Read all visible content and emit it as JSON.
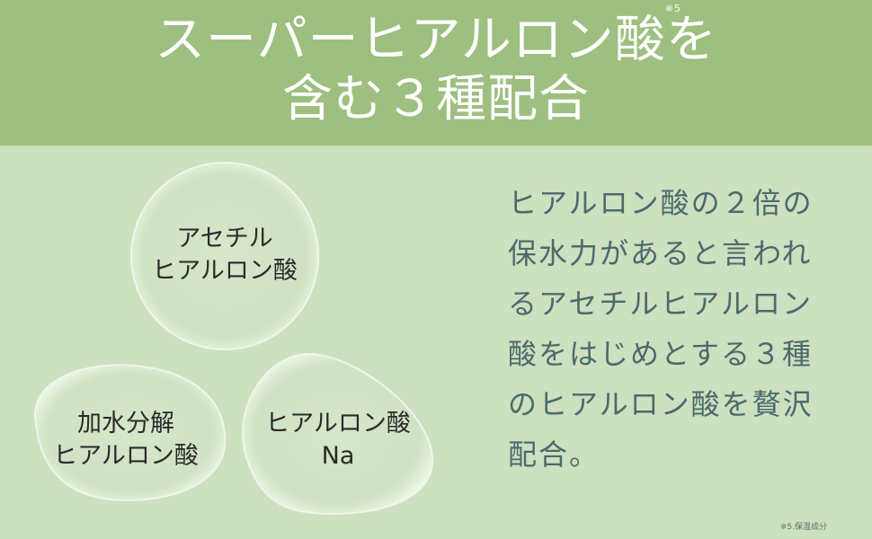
{
  "title": {
    "line1": "スーパーヒアルロン酸を",
    "line2": "含む３種配合",
    "footnote_mark": "※5"
  },
  "bubbles": [
    {
      "label_line1": "アセチル",
      "label_line2": "ヒアルロン酸"
    },
    {
      "label_line1": "加水分解",
      "label_line2": "ヒアルロン酸"
    },
    {
      "label_line1": "ヒアルロン酸",
      "label_line2": "Na"
    }
  ],
  "description": {
    "lines": [
      "ヒアルロン酸の２倍の",
      "保水力があると言われ",
      "るアセチルヒアルロン",
      "酸をはじめとする３種",
      "のヒアルロン酸を贅沢",
      "配合。"
    ]
  },
  "footnote": "※5.保湿成分",
  "colors": {
    "banner": "#9dbf7f",
    "background": "#cde0bf",
    "description_text": "#4b6a6c"
  }
}
